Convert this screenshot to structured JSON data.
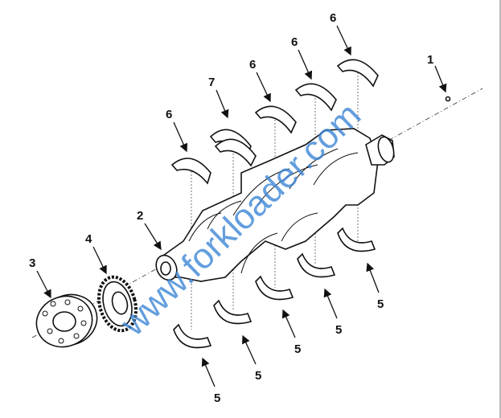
{
  "diagram": {
    "callouts": {
      "crankshaft_sprocket_key": "1",
      "crankshaft": "2",
      "pulley": "3",
      "gear": "4",
      "lower_bearing": "5",
      "upper_bearing": "6",
      "thrust_bearing": "7"
    },
    "watermark": "www.forkloader.com"
  }
}
